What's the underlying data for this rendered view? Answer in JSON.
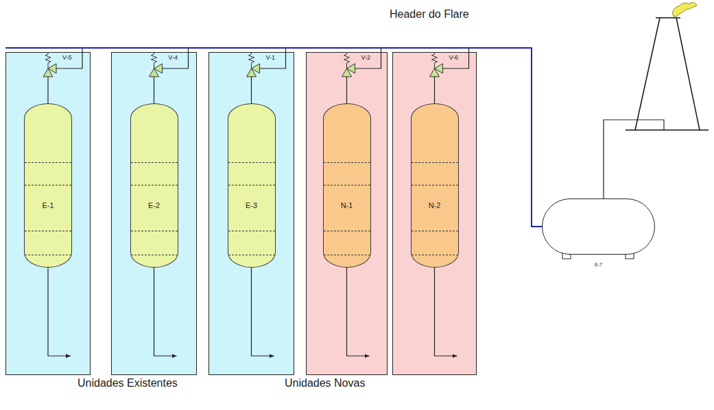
{
  "diagram": {
    "nodes": [
      {
        "text": [
          "V-5"
        ]
      },
      {
        "text": [
          "E-1"
        ],
        "in": 0
      },
      {
        "text": [
          "V-4"
        ]
      },
      {
        "text": [
          "E-2"
        ],
        "in": 2
      },
      {
        "text": [
          "V-1"
        ]
      },
      {
        "text": [
          "E-3"
        ],
        "in": 4
      },
      {
        "text": [
          "V-2"
        ]
      },
      {
        "text": [
          "N-1"
        ],
        "in": 6
      },
      {
        "text": [
          "V-6"
        ]
      },
      {
        "text": [
          "N-2"
        ],
        "in": 8
      },
      {
        "text": [
          "E-7"
        ]
      }
    ],
    "edges": [
      {
        "from": 1,
        "to": 10,
        "arrow": "none"
      },
      {
        "from": 3,
        "to": 10,
        "arrow": "none"
      },
      {
        "from": 5,
        "to": 10,
        "arrow": "none"
      },
      {
        "from": 7,
        "to": 10,
        "arrow": "none"
      },
      {
        "from": 9,
        "to": 10,
        "arrow": "none"
      }
    ],
    "labels": [
      "Header do Flare",
      "Unidades Existentes",
      "Unidades Novas"
    ]
  }
}
